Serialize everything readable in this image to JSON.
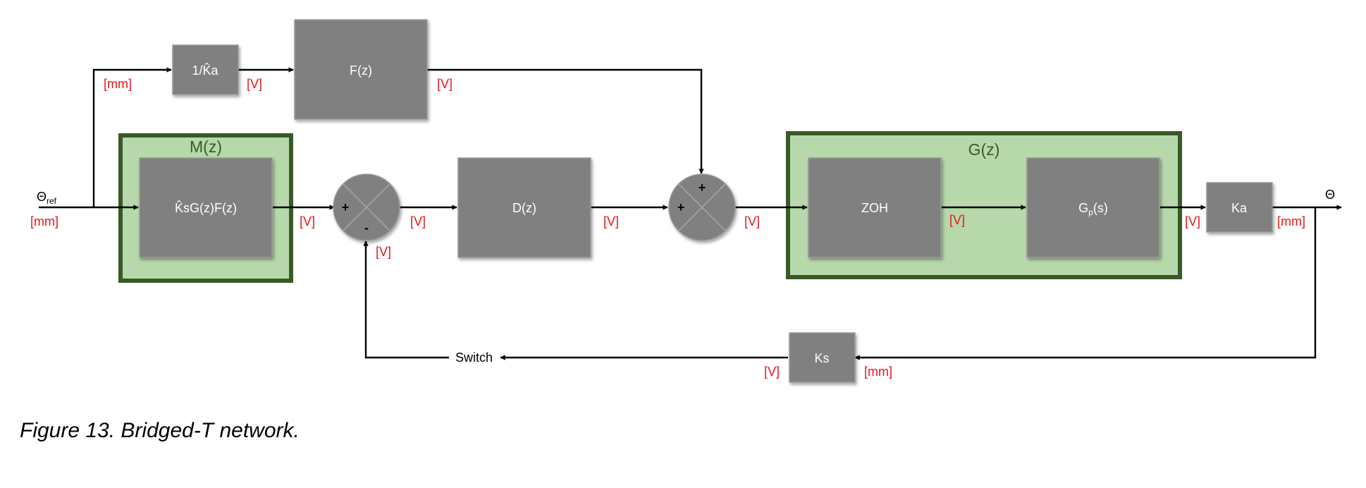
{
  "caption": "Figure 13. Bridged-T network.",
  "groups": {
    "m": "M(z)",
    "g": "G(z)"
  },
  "blocks": {
    "inv_ka": "1/K̂a",
    "fz": "F(z)",
    "ksgf": "K̂sG(z)F(z)",
    "dz": "D(z)",
    "zoh": "ZOH",
    "gp_main": "G",
    "gp_sub": "p",
    "gp_tail": "(s)",
    "ka": "Ka",
    "ks": "Ks"
  },
  "signals": {
    "theta_ref": "Θ",
    "theta_ref_sub": "ref",
    "theta_out": "Θ",
    "switch": "Switch"
  },
  "signs": {
    "s1_left": "+",
    "s1_bottom": "-",
    "s2_top": "+",
    "s2_left": "+"
  },
  "units": {
    "mm": "[mm]",
    "v": "[V]"
  },
  "colors": {
    "block": "#808080",
    "group_fill": "#b7d8ab",
    "group_border": "#385a26",
    "unit_text": "#e8141b"
  }
}
